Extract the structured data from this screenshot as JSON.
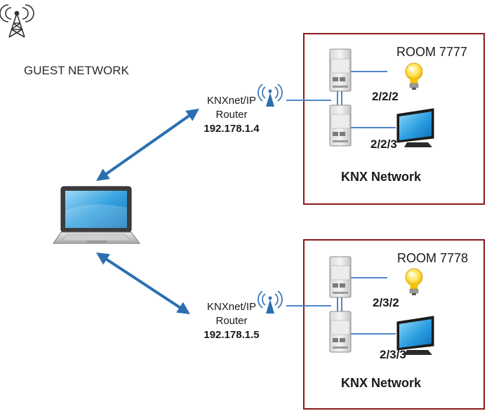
{
  "network_label": "GUEST NETWORK",
  "routers": [
    {
      "line1": "KNXnet/IP",
      "line2": "Router",
      "ip": "192.178.1.4"
    },
    {
      "line1": "KNXnet/IP",
      "line2": "Router",
      "ip": "192.178.1.5"
    }
  ],
  "rooms": [
    {
      "name": "ROOM 7777",
      "light_address": "2/2/2",
      "tv_address": "2/2/3",
      "network": "KNX Network"
    },
    {
      "name": "ROOM 7778",
      "light_address": "2/3/2",
      "tv_address": "2/3/3",
      "network": "KNX Network"
    }
  ],
  "icons": [
    "antenna-tower-icon",
    "laptop-icon",
    "wifi-router-icon",
    "knx-device-icon",
    "light-bulb-icon",
    "tv-icon"
  ],
  "colors": {
    "arrow": "#2b6fb1",
    "room_border": "#8b1a1a",
    "bus_line": "#4f86c6"
  }
}
